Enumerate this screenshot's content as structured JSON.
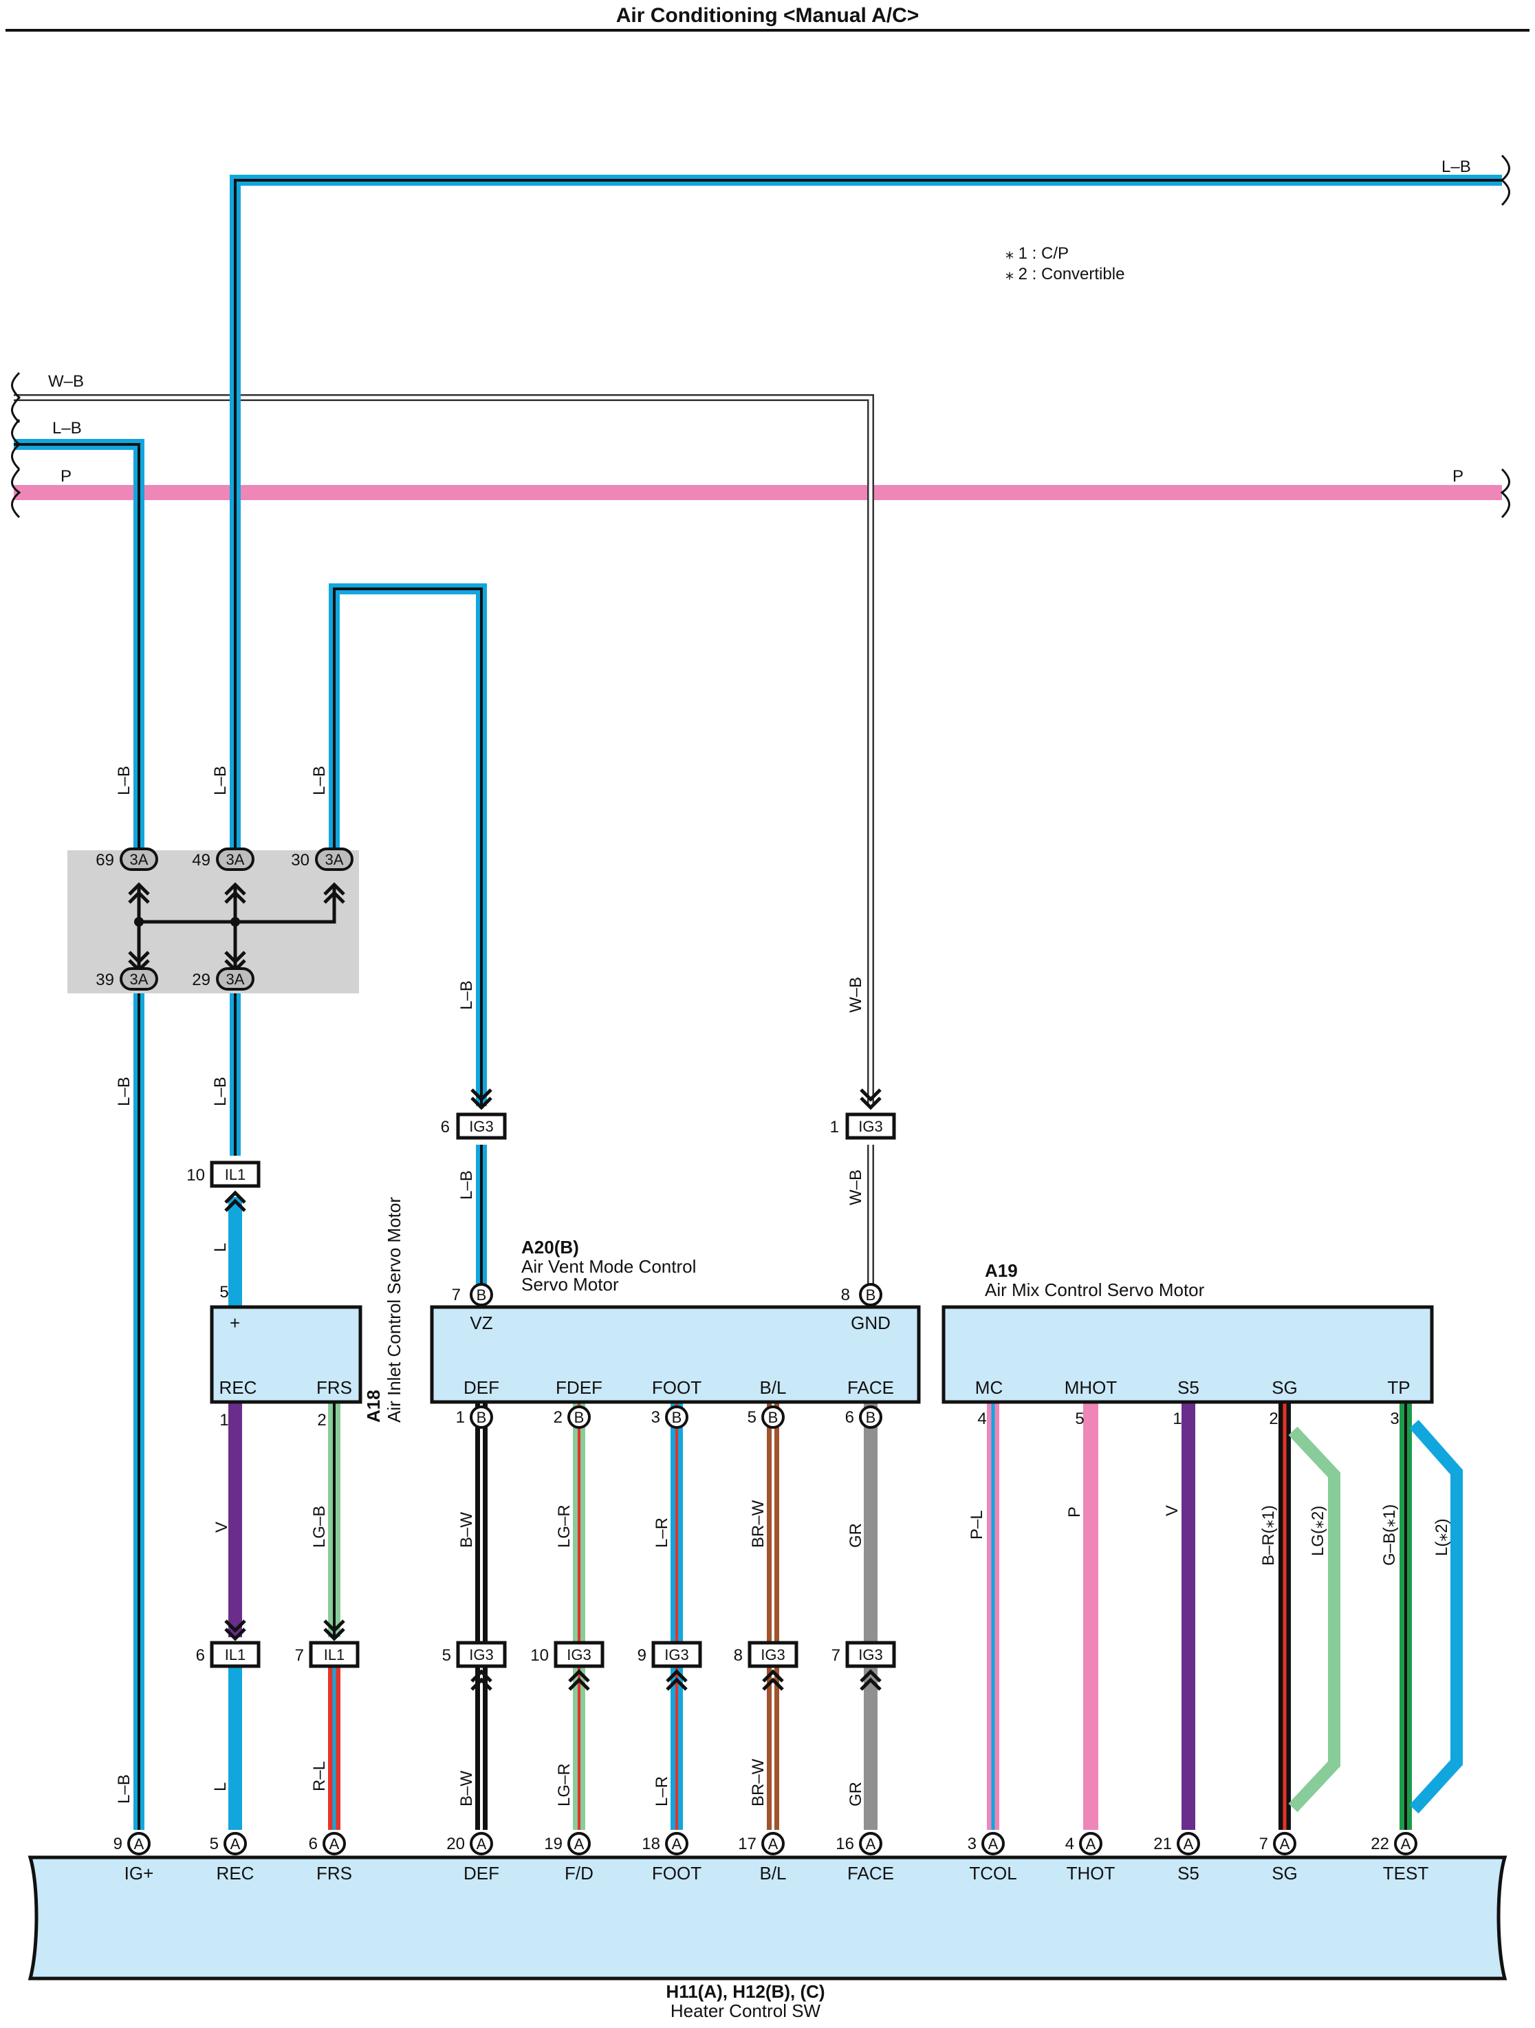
{
  "title": "Air Conditioning <Manual A/C>",
  "notes": [
    "⁎ 1 : C/P",
    "⁎ 2 : Convertible"
  ],
  "top_wires": {
    "lb_top": "L–B",
    "wb": "W–B",
    "lb_left": "L–B",
    "p_left": "P",
    "p_right": "P"
  },
  "junction": {
    "top_pins": [
      "69",
      "49",
      "30"
    ],
    "bottom_pins": [
      "39",
      "29"
    ],
    "code": "3A"
  },
  "connectors": {
    "il1": "IL1",
    "ig3": "IG3"
  },
  "vertical_labels": {
    "lb": "L–B",
    "wb": "W–B",
    "l": "L"
  },
  "pin_numbers": {
    "il1_top": "10",
    "ig3_vz": "6",
    "ig3_gnd": "1",
    "a18_plus": "5",
    "a20_vz": "7",
    "a20_gnd": "8"
  },
  "a18": {
    "code": "A18",
    "name": "Air Inlet Control Servo Motor",
    "plus": "+",
    "terms": [
      {
        "pin": "1",
        "name": "REC",
        "wire": "V"
      },
      {
        "pin": "2",
        "name": "FRS",
        "wire": "LG–B"
      }
    ]
  },
  "a20": {
    "code": "A20(B)",
    "name_line1": "Air Vent Mode Control",
    "name_line2": "Servo Motor",
    "vz": "VZ",
    "gnd": "GND",
    "conn": "B",
    "terms": [
      {
        "pin": "1",
        "name": "DEF",
        "wire": "B–W"
      },
      {
        "pin": "2",
        "name": "FDEF",
        "wire": "LG–R"
      },
      {
        "pin": "3",
        "name": "FOOT",
        "wire": "L–R"
      },
      {
        "pin": "5",
        "name": "B/L",
        "wire": "BR–W"
      },
      {
        "pin": "6",
        "name": "FACE",
        "wire": "GR"
      }
    ]
  },
  "a19": {
    "code": "A19",
    "name": "Air Mix Control Servo Motor",
    "terms": [
      {
        "pin": "4",
        "name": "MC",
        "wire": "P–L"
      },
      {
        "pin": "5",
        "name": "MHOT",
        "wire": "P"
      },
      {
        "pin": "1",
        "name": "S5",
        "wire": "V"
      },
      {
        "pin": "2",
        "name": "SG",
        "wire": "B–R(⁎1)",
        "alt": "LG(⁎2)"
      },
      {
        "pin": "3",
        "name": "TP",
        "wire": "G–B(⁎1)",
        "alt": "L(⁎2)"
      }
    ]
  },
  "mid_connectors": [
    {
      "pin": "6",
      "code": "IL1",
      "lower_wire": "L"
    },
    {
      "pin": "7",
      "code": "IL1",
      "lower_wire": "R–L"
    },
    {
      "pin": "5",
      "code": "IG3",
      "lower_wire": "B–W"
    },
    {
      "pin": "10",
      "code": "IG3",
      "lower_wire": "LG–R"
    },
    {
      "pin": "9",
      "code": "IG3",
      "lower_wire": "L–R"
    },
    {
      "pin": "8",
      "code": "IG3",
      "lower_wire": "BR–W"
    },
    {
      "pin": "7",
      "code": "IG3",
      "lower_wire": "GR"
    }
  ],
  "heater": {
    "code": "H11(A), H12(B), (C)",
    "name": "Heater Control SW",
    "conn": "A",
    "terms": [
      {
        "pin": "9",
        "name": "IG+",
        "wire": "L–B"
      },
      {
        "pin": "5",
        "name": "REC"
      },
      {
        "pin": "6",
        "name": "FRS"
      },
      {
        "pin": "20",
        "name": "DEF"
      },
      {
        "pin": "19",
        "name": "F/D"
      },
      {
        "pin": "18",
        "name": "FOOT"
      },
      {
        "pin": "17",
        "name": "B/L"
      },
      {
        "pin": "16",
        "name": "FACE"
      },
      {
        "pin": "3",
        "name": "TCOL"
      },
      {
        "pin": "4",
        "name": "THOT"
      },
      {
        "pin": "21",
        "name": "S5"
      },
      {
        "pin": "7",
        "name": "SG"
      },
      {
        "pin": "22",
        "name": "TEST"
      }
    ]
  },
  "colors": {
    "lb": "#12a6de",
    "p": "#ee86b8",
    "v": "#6a2d8c",
    "lg": "#88cc99",
    "red": "#e63329",
    "br": "#a0532d",
    "gr": "#909090",
    "g": "#1f9a4a",
    "box": "#c9e8f8",
    "junction": "#d2d2d2"
  }
}
